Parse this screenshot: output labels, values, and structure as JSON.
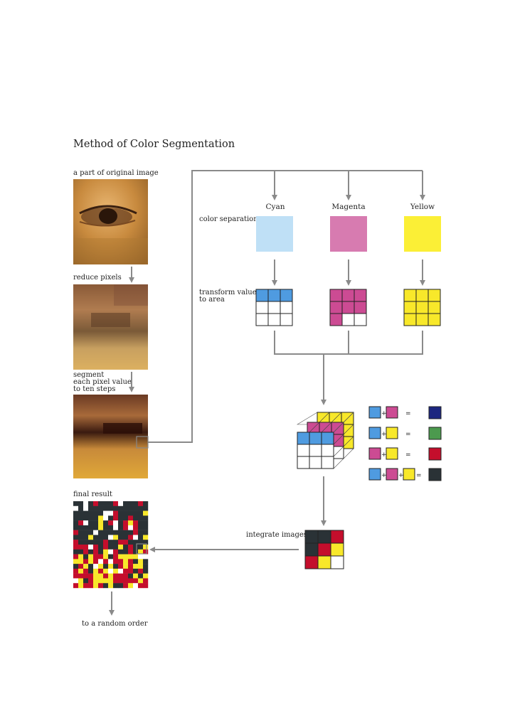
{
  "title": "Method of Color Segmentation",
  "left_steps": {
    "original": "a part of original image",
    "reduce": "reduce pixels",
    "segment_lines": [
      "segment",
      "each pixel value",
      "to ten steps"
    ],
    "final": "final result",
    "random": "to a random order"
  },
  "separation": {
    "label": "color separation",
    "transform_lines": [
      "transform value",
      "to area"
    ],
    "channels": [
      {
        "name": "Cyan",
        "color": "#bfe0f6",
        "fill": "#4f9be0",
        "filled_cells": 3
      },
      {
        "name": "Magenta",
        "color": "#d77bb0",
        "fill": "#cc4b93",
        "filled_cells": 7
      },
      {
        "name": "Yellow",
        "color": "#fbef36",
        "fill": "#f8e82a",
        "filled_cells": 9
      }
    ]
  },
  "integrate": {
    "label": "integrate images",
    "grid": [
      "#2a3236",
      "#2a3236",
      "#c40e2c",
      "#2a3236",
      "#c40e2c",
      "#f8e82a",
      "#c40e2c",
      "#f8e82a",
      "#ffffff"
    ]
  },
  "legend": {
    "rows": [
      {
        "inputs": [
          "#4f9be0",
          "#cc4b93"
        ],
        "result": "#1c2680"
      },
      {
        "inputs": [
          "#4f9be0",
          "#f8e82a"
        ],
        "result": "#4c9a4e"
      },
      {
        "inputs": [
          "#cc4b93",
          "#f8e82a"
        ],
        "result": "#c40e2c"
      },
      {
        "inputs": [
          "#4f9be0",
          "#cc4b93",
          "#f8e82a"
        ],
        "result": "#2a3236"
      }
    ],
    "plus": "+",
    "equals": "="
  },
  "palette": {
    "dark": "#2a3236",
    "red": "#c40e2c",
    "yellow": "#f8e82a",
    "white": "#ffffff",
    "arrow": "#8a8a8a"
  }
}
